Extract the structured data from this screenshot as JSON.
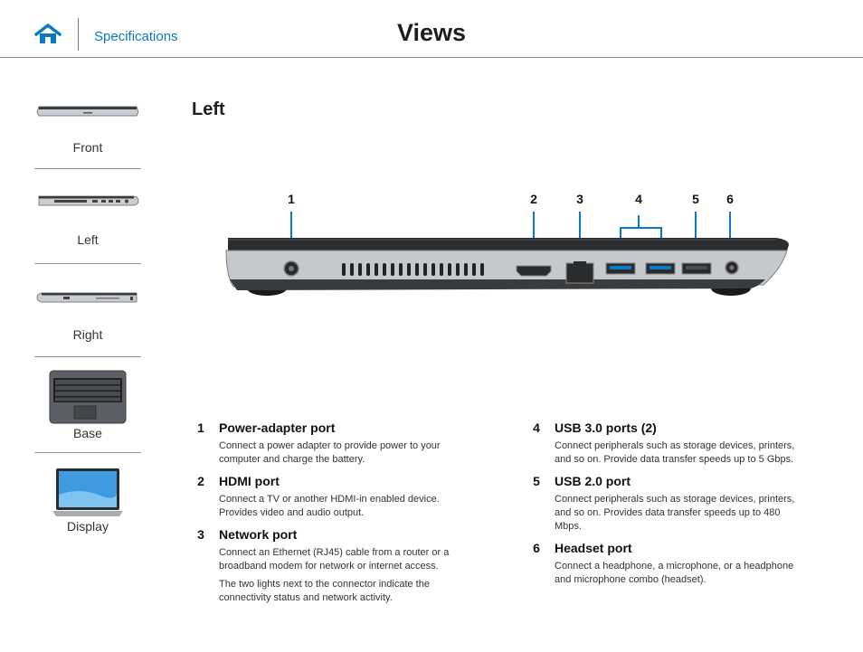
{
  "header": {
    "home_icon": "home-icon",
    "breadcrumb_link": "Specifications",
    "title": "Views"
  },
  "sidebar": {
    "items": [
      {
        "label": "Front"
      },
      {
        "label": "Left"
      },
      {
        "label": "Right"
      },
      {
        "label": "Base"
      },
      {
        "label": "Display"
      }
    ]
  },
  "section": {
    "title": "Left"
  },
  "callouts": [
    "1",
    "2",
    "3",
    "4",
    "5",
    "6"
  ],
  "items": [
    {
      "num": "1",
      "title": "Power-adapter port",
      "text": [
        "Connect a power adapter to provide power to your computer and charge the battery."
      ]
    },
    {
      "num": "2",
      "title": "HDMI port",
      "text": [
        "Connect a TV or another HDMI-in enabled device. Provides video and audio output."
      ]
    },
    {
      "num": "3",
      "title": "Network port",
      "text": [
        "Connect an Ethernet (RJ45) cable from a router or a broadband modem for network or internet access.",
        "The two lights next to the connector indicate the connectivity status and network activity."
      ]
    },
    {
      "num": "4",
      "title": "USB 3.0 ports (2)",
      "text": [
        "Connect peripherals such as storage devices, printers, and so on. Provide data transfer speeds up to 5 Gbps."
      ]
    },
    {
      "num": "5",
      "title": "USB 2.0 port",
      "text": [
        "Connect peripherals such as storage devices, printers, and so on. Provides data transfer speeds up to 480 Mbps."
      ]
    },
    {
      "num": "6",
      "title": "Headset port",
      "text": [
        "Connect a headphone, a microphone, or a headphone and microphone combo (headset)."
      ]
    }
  ],
  "colors": {
    "accent": "#0b79c4",
    "divider": "#8a8a8a"
  }
}
